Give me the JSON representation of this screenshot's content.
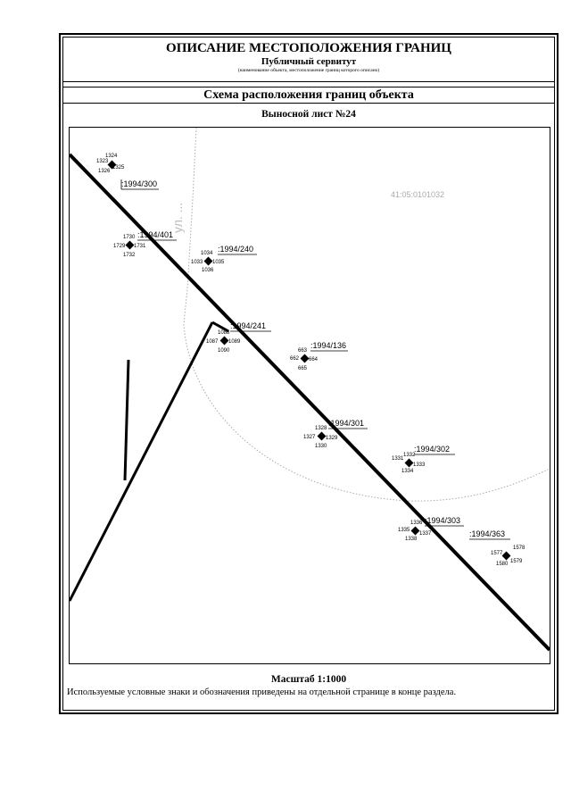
{
  "header": {
    "title": "ОПИСАНИЕ МЕСТОПОЛОЖЕНИЯ ГРАНИЦ",
    "subtitle": "Публичный сервитут",
    "caption": "(наименование объекта, местоположение границ которого описано)"
  },
  "scheme_title": "Схема расположения границ объекта",
  "sheet_label": "Выносной лист №24",
  "map": {
    "parcel_number": "41:05:0101032",
    "road_label": "ул. ...",
    "cadastral_labels": [
      ":1994/300",
      ":1994/401",
      ":1994/240",
      ":1994/241",
      ":1994/136",
      ":1994/301",
      ":1994/302",
      ":1994/303",
      ":1994/363"
    ],
    "point_numbers": [
      "1324",
      "1323",
      "1325",
      "1326",
      "1730",
      "1729",
      "1731",
      "1732",
      "1034",
      "1035",
      "1036",
      "1033",
      "1088",
      "1087",
      "1089",
      "1090",
      "663",
      "662",
      "664",
      "665",
      "1328",
      "1327",
      "1329",
      "1330",
      "1332",
      "1331",
      "1333",
      "1334",
      "1336",
      "1335",
      "1337",
      "1338",
      "1578",
      "1577",
      "1579",
      "1580"
    ]
  },
  "scale_label": "Масштаб 1:1000",
  "legend_note": "Используемые условные знаки и обозначения приведены на отдельной странице в конце раздела."
}
